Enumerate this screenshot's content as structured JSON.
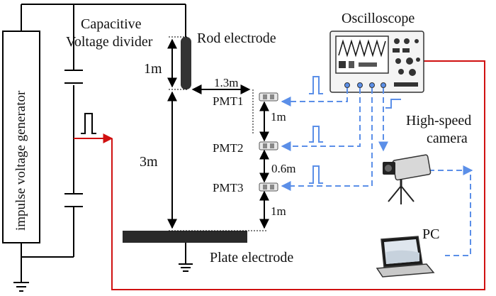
{
  "generator": {
    "label": "impulse voltage generator"
  },
  "divider": {
    "line1": "Capacitive",
    "line2": "Voltage divider"
  },
  "rod": {
    "label": "Rod electrode"
  },
  "plate": {
    "label": "Plate electrode"
  },
  "scope": {
    "label": "Oscilloscope"
  },
  "camera": {
    "line1": "High-speed",
    "line2": "camera"
  },
  "pc": {
    "label": "PC"
  },
  "pmts": [
    {
      "label": "PMT1"
    },
    {
      "label": "PMT2"
    },
    {
      "label": "PMT3"
    }
  ],
  "distances": {
    "rod_gap": "1m",
    "gap_total": "3m",
    "horizontal": "1.3m",
    "pmt1_pmt2": "1m",
    "pmt2_pmt3": "0.6m",
    "pmt3_plate": "1m"
  },
  "colors": {
    "wire": "#000000",
    "signal": "#d01010",
    "optical": "#5b8fe8"
  }
}
